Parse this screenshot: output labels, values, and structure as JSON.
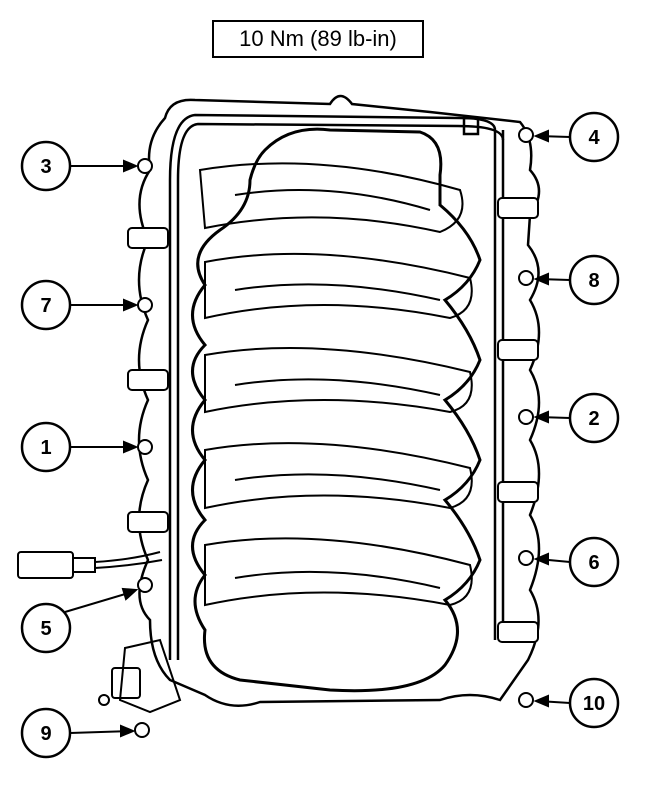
{
  "title": "10 Nm (89 lb-in)",
  "callouts": [
    {
      "id": "1",
      "label": "1"
    },
    {
      "id": "2",
      "label": "2"
    },
    {
      "id": "3",
      "label": "3"
    },
    {
      "id": "4",
      "label": "4"
    },
    {
      "id": "5",
      "label": "5"
    },
    {
      "id": "6",
      "label": "6"
    },
    {
      "id": "7",
      "label": "7"
    },
    {
      "id": "8",
      "label": "8"
    },
    {
      "id": "9",
      "label": "9"
    },
    {
      "id": "10",
      "label": "10"
    }
  ]
}
